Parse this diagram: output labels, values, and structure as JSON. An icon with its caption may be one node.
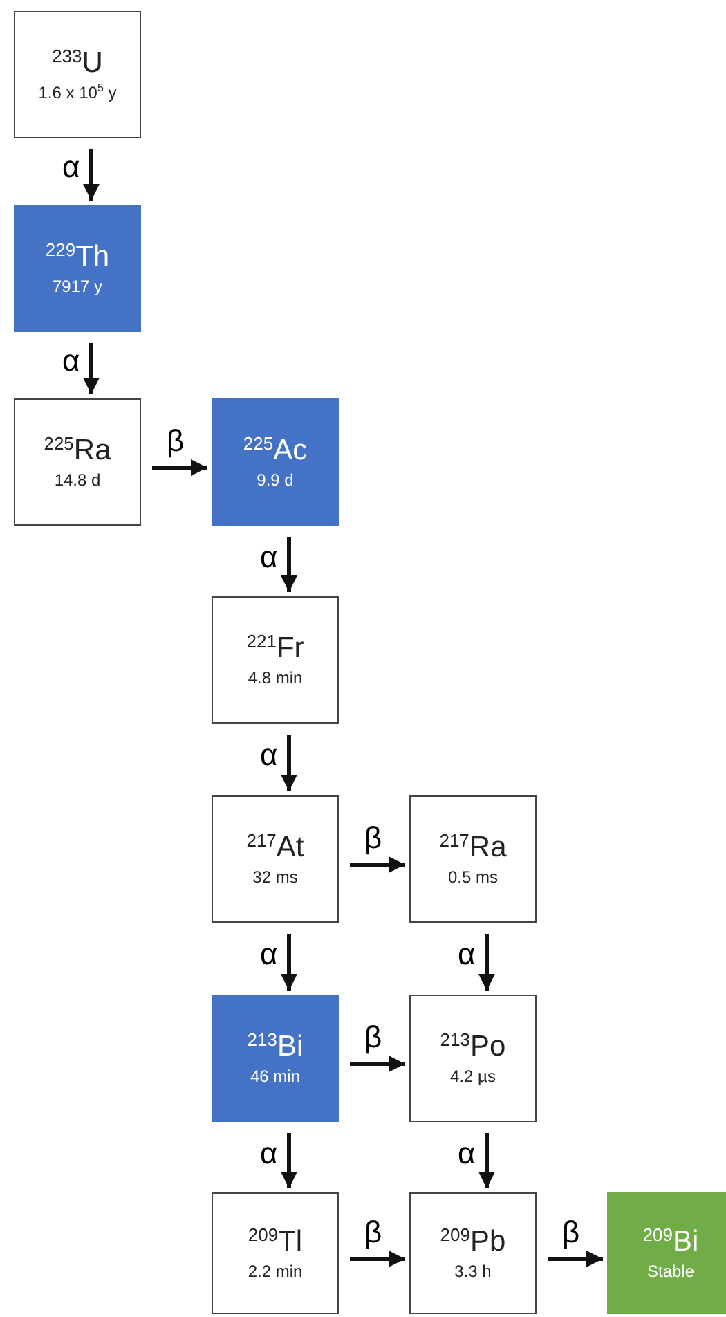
{
  "diagram": {
    "nodes": [
      {
        "text": [
          "$^{233}$U",
          "1.6 x 10$^{5}$ y"
        ]
      },
      {
        "text": [
          "$^{229}$Th",
          "7917 y"
        ]
      },
      {
        "text": [
          "$^{225}$Ra",
          "14.8 d"
        ]
      },
      {
        "text": [
          "$^{225}$Ac",
          "9.9 d"
        ]
      },
      {
        "text": [
          "$^{221}$Fr",
          "4.8 min"
        ]
      },
      {
        "text": [
          "$^{217}$At",
          "32 ms"
        ]
      },
      {
        "text": [
          "$^{217}$Ra",
          "0.5 ms"
        ]
      },
      {
        "text": [
          "$^{213}$Bi",
          "46 min"
        ]
      },
      {
        "text": [
          "$^{213}$Po",
          "4.2 µs"
        ]
      },
      {
        "text": [
          "$^{209}$Tl",
          "2.2 min"
        ]
      },
      {
        "text": [
          "$^{209}$Pb",
          "3.3 h"
        ]
      },
      {
        "text": [
          "$^{209}$Bi",
          "Stable"
        ]
      }
    ],
    "edges": [
      {
        "from": 0,
        "to": 1,
        "arrow": "to",
        "label": "α"
      },
      {
        "from": 1,
        "to": 2,
        "arrow": "to",
        "label": "α"
      },
      {
        "from": 2,
        "to": 3,
        "arrow": "to",
        "label": "β"
      },
      {
        "from": 3,
        "to": 4,
        "arrow": "to",
        "label": "α"
      },
      {
        "from": 4,
        "to": 5,
        "arrow": "to",
        "label": "α"
      },
      {
        "from": 5,
        "to": 6,
        "arrow": "to",
        "label": "β"
      },
      {
        "from": 5,
        "to": 7,
        "arrow": "to",
        "label": "α"
      },
      {
        "from": 6,
        "to": 8,
        "arrow": "to",
        "label": "α"
      },
      {
        "from": 7,
        "to": 8,
        "arrow": "to",
        "label": "β"
      },
      {
        "from": 7,
        "to": 9,
        "arrow": "to",
        "label": "α"
      },
      {
        "from": 8,
        "to": 10,
        "arrow": "to",
        "label": "α"
      },
      {
        "from": 9,
        "to": 10,
        "arrow": "to",
        "label": "β"
      },
      {
        "from": 10,
        "to": 11,
        "arrow": "to",
        "label": "β"
      }
    ]
  }
}
